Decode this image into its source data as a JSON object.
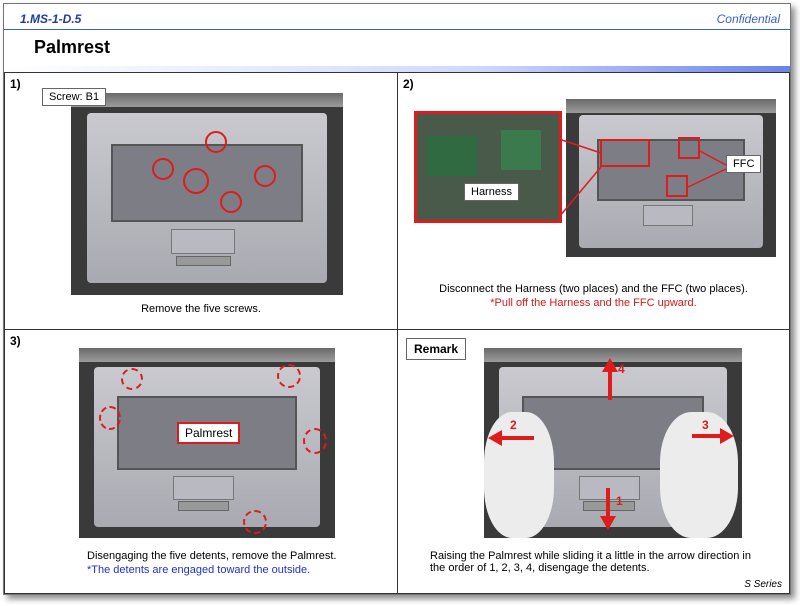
{
  "header": {
    "doc_code": "1.MS-1-D.5",
    "confidential": "Confidential",
    "title": "Palmrest"
  },
  "steps": [
    {
      "number": "1)",
      "label": "Screw: B1",
      "caption": "Remove the five screws."
    },
    {
      "number": "2)",
      "label_harness": "Harness",
      "label_ffc": "FFC",
      "caption": "Disconnect the Harness (two places) and the FFC (two places).",
      "note": "*Pull off the Harness and the FFC upward."
    },
    {
      "number": "3)",
      "label": "Palmrest",
      "caption": "Disengaging the five detents, remove the Palmrest.",
      "note": "*The detents are engaged toward the outside."
    },
    {
      "remark": "Remark",
      "caption": "Raising the Palmrest while sliding it a little in the arrow direction in the order of 1, 2, 3, 4, disengage the detents.",
      "arrows": [
        "1",
        "2",
        "3",
        "4"
      ]
    }
  ],
  "footer": {
    "series": "S Series"
  },
  "colors": {
    "accent": "#e01b1b",
    "heading_blue": "#1f3c9c",
    "note_blue": "#2230c8"
  }
}
